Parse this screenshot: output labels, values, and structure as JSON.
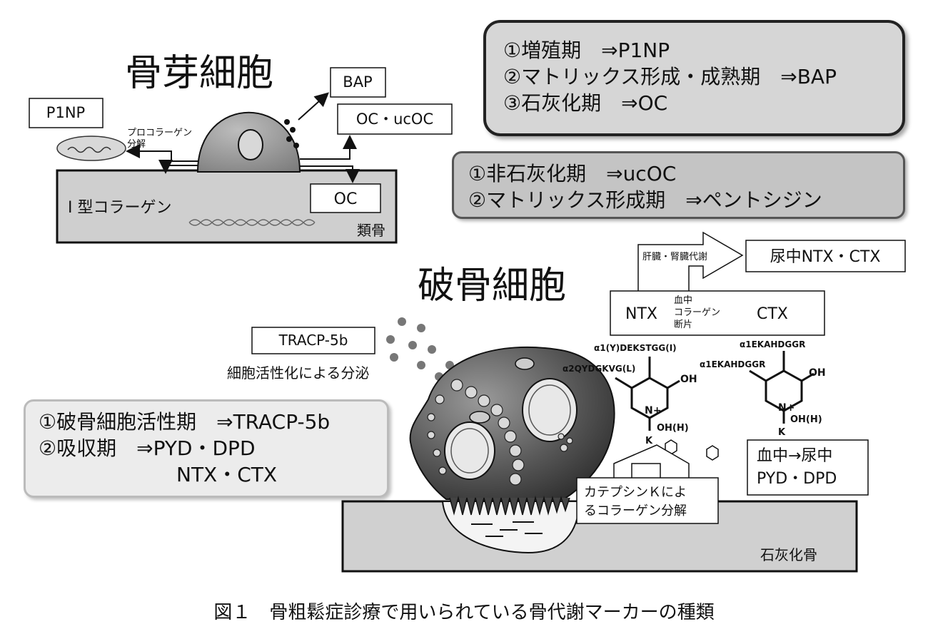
{
  "osteoblast": {
    "title": "骨芽細胞",
    "p1np": "P1NP",
    "bap": "BAP",
    "oc_ucoc": "OC・ucOC",
    "procollagen_line1": "プロコラーゲン",
    "procollagen_line2": "分解",
    "collagen_type1": "I 型コラーゲン",
    "oc": "OC",
    "osteoid": "類骨"
  },
  "formation_phases": [
    "①増殖期　⇒P1NP",
    "②マトリックス形成・成熟期　⇒BAP",
    "③石灰化期　⇒OC"
  ],
  "non_calcified_phases": [
    "①非石灰化期　⇒ucOC",
    "②マトリックス形成期　⇒ペントシジン"
  ],
  "osteoclast": {
    "title": "破骨細胞",
    "tracp": "TRACP-5b",
    "secretion": "細胞活性化による分泌",
    "liver_kidney": "肝臓・腎臓代謝",
    "urine_ntx_ctx": "尿中NTX・CTX",
    "ntx": "NTX",
    "ctx": "CTX",
    "blood_fragment": [
      "血中",
      "コラーゲン",
      "断片"
    ],
    "seq_y": "α1(Y)DEKSTGG(Ⅰ)",
    "seq_ekahdggr_top": "α1EKAHDGGR",
    "seq_qydgkvg": "α2QYDGKVG(L)",
    "seq_ekahdggr_mid": "α1EKAHDGGR",
    "oh": "OH",
    "n_plus": "N+",
    "oh_h": "OH(H)",
    "k": "K",
    "blood_urine_line1": "血中→尿中",
    "blood_urine_line2": "PYD・DPD",
    "cathepsin_line1": "カテプシンＫによ",
    "cathepsin_line2": "るコラーゲン分解",
    "calcified_bone": "石灰化骨"
  },
  "resorption_phases": [
    "①破骨細胞活性期　⇒TRACP-5b",
    "②吸収期　⇒PYD・DPD",
    "NTX・CTX"
  ],
  "caption": "図１　骨粗鬆症診療で用いられている骨代謝マーカーの種類"
}
